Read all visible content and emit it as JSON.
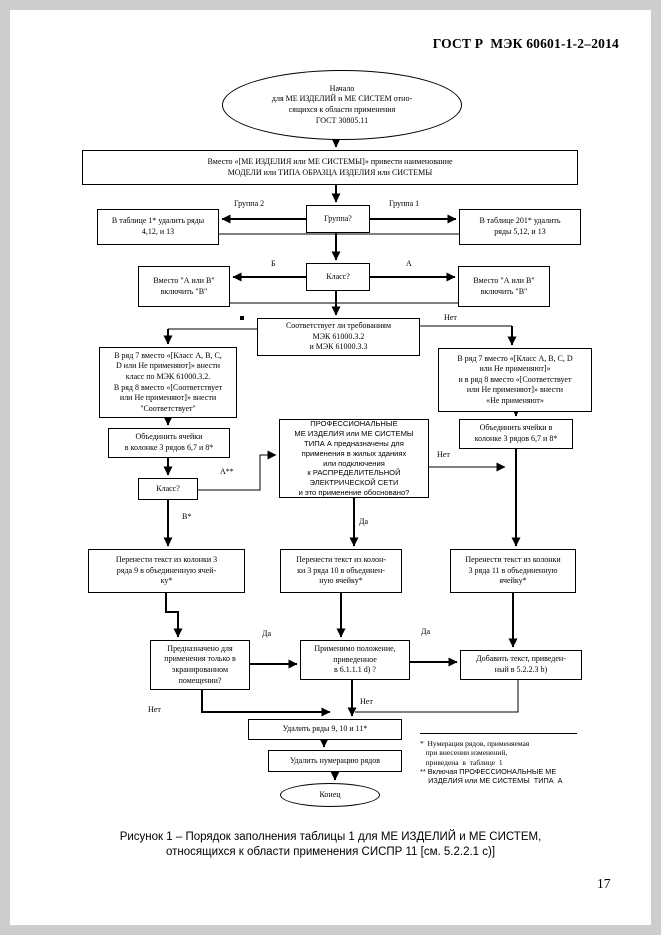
{
  "page": {
    "standard_ref": "ГОСТ Р  МЭК 60601-1-2–2014",
    "page_number": "17"
  },
  "colors": {
    "line": "#000000",
    "page_bg": "#ffffff",
    "frame": "#cdcdcd"
  },
  "flowchart": {
    "nodes": {
      "start": "Начало\nдля МЕ ИЗДЕЛИЙ и МЕ СИСТЕМ отно-\nсящихся к области применения\nГОСТ 30805.11",
      "rename": "Вместо «[МЕ ИЗДЕЛИЯ или МЕ СИСТЕМЫ]» привести наименование\nМОДЕЛИ или ТИПА ОБРАЗЦА ИЗДЕЛИЯ или СИСТЕМЫ",
      "group_q": "Группа?",
      "group2_action": "В таблице 1* удалить ряды\n4,12, и 13",
      "group1_action": "В таблице 201* удалить\nряды 5,12, и 13",
      "class_q": "Класс?",
      "class_b_action": "Вместо \"А или В\"\nвключить \"В\"",
      "class_a_action": "Вместо \"А или В\"\nвключить \"В\"",
      "conform_q": "Соответствует ли требованиям\nМЭК 61000.3.2\nи МЭК 61000.3.3",
      "row7_left": "В ряд 7 вместо «[Класс А, В, С,\nD или Не применяют]» внести\nкласс по МЭК 61000.3.2.\nВ ряд 8 вместо «[Соответствует\nили Не применяют]» внести\n\"Соответствует\"",
      "row7_right": "В ряд 7 вместо «[Класс А, В, С, D\nили Не применяют]»\nи в ряд 8 вместо «[Соответствует\nили Не применяют]» внести\n«Не применяют»",
      "merge_left": "Объединить ячейки\nв колонке 3 рядов 6,7 и 8*",
      "merge_right": "Объединить ячейки в\nколонке 3 рядов 6,7 и 8*",
      "class_q2": "Класс?",
      "professional_q": "ПРОФЕССИОНАЛЬНЫЕ\nМЕ ИЗДЕЛИЯ или МЕ СИСТЕМЫ\nТИПА А предназначены для\nприменения в жилых зданиях\nили подключения\nк РАСПРЕДЕЛИТЕЛЬНОЙ\nЭЛЕКТРИЧЕСКОЙ СЕТИ\nи это применение обосновано?",
      "transfer9": "Перенести текст из колонки 3\nряда 9 в объединенную ячей-\nку*",
      "transfer10": "Перенести текст из колон-\nки 3 ряда 10 в объединен-\nную ячейку*",
      "transfer11": "Перенести текст из колонки\n3 ряда 11 в объединенную\nячейку*",
      "shielded_q": "Предназначено для\nприменения только в\nэкранированном\nпомещении?",
      "applicable_q": "Применимо положение,\nприведенное\nв 6.1.1.1 d) ?",
      "add_text": "Добавить текст, приведен-\nный в 5.2.2.3 b)",
      "delete_rows": "Удалить ряды 9, 10 и 11*",
      "delete_numbering": "Удалить нумерацию рядов",
      "end": "Конец"
    },
    "labels": {
      "group2": "Группа 2",
      "group1": "Группа 1",
      "class_b": "Б",
      "class_a": "А",
      "conform_no": "Нет",
      "class2_a": "А**",
      "class2_b": "В*",
      "prof_yes": "Да",
      "prof_no": "Нет",
      "shielded_yes": "Да",
      "applicable_yes": "Да",
      "applicable_no": "Нет",
      "shielded_no": "Нет"
    },
    "footnotes": {
      "fn1": "*  Нумерация рядов, применяемая\n   при внесении изменений,\n   приведена  в  таблице  1",
      "fn2": "** Включая ПРОФЕССИОНАЛЬНЫЕ МЕ\n    ИЗДЕЛИЯ или МЕ СИСТЕМЫ  ТИПА  А"
    }
  },
  "caption": "Рисунок 1 – Порядок заполнения таблицы 1 для МЕ ИЗДЕЛИЙ и МЕ СИСТЕМ,\nотносящихся к области применения СИСПР 11 [см. 5.2.2.1 с)]"
}
